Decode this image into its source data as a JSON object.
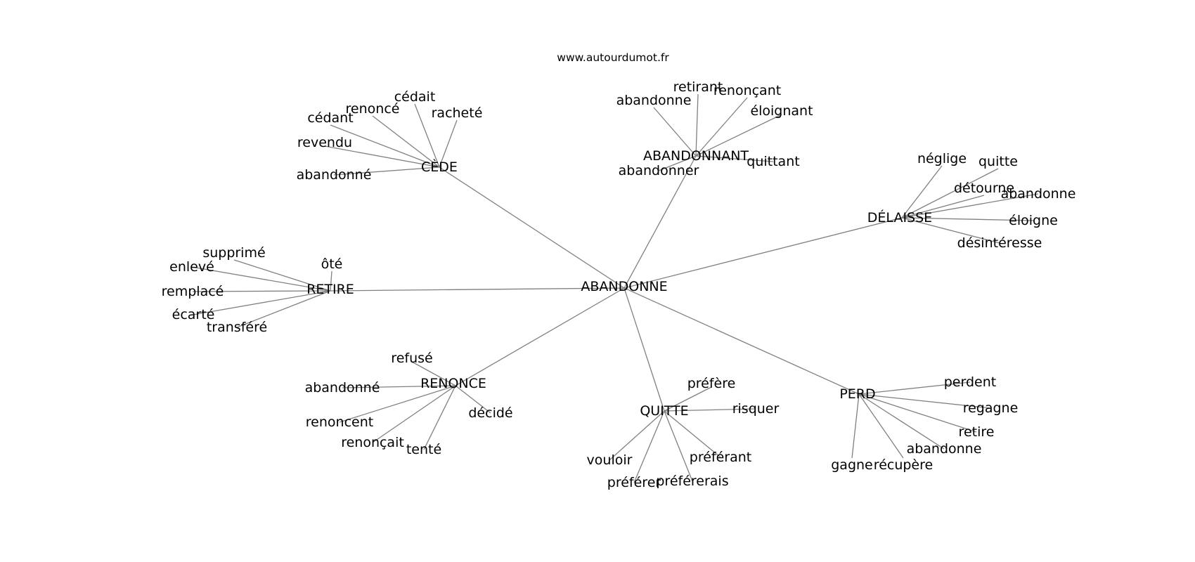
{
  "source_label": "www.autourdumot.fr",
  "colors": {
    "edge": "#808080",
    "text": "#000000",
    "background": "#ffffff"
  },
  "graph": {
    "center": "ABANDONNE",
    "groups": [
      {
        "hub": "CÈDE",
        "leaves": [
          "cédait",
          "renoncé",
          "cédant",
          "racheté",
          "revendu",
          "abandonné"
        ]
      },
      {
        "hub": "ABANDONNANT",
        "leaves": [
          "retirant",
          "renonçant",
          "abandonne",
          "éloignant",
          "quittant",
          "abandonner"
        ]
      },
      {
        "hub": "DÉLAISSE",
        "leaves": [
          "néglige",
          "quitte",
          "détourne",
          "abandonne",
          "éloigne",
          "désintéresse"
        ]
      },
      {
        "hub": "RETIRE",
        "leaves": [
          "supprimé",
          "ôté",
          "enlevé",
          "remplacé",
          "écarté",
          "transféré"
        ]
      },
      {
        "hub": "RENONCE",
        "leaves": [
          "refusé",
          "abandonné",
          "décidé",
          "renoncent",
          "renonçait",
          "tenté"
        ]
      },
      {
        "hub": "QUITTE",
        "leaves": [
          "préfère",
          "risquer",
          "préférant",
          "vouloir",
          "préférer",
          "préférerais"
        ]
      },
      {
        "hub": "PERD",
        "leaves": [
          "perdent",
          "regagne",
          "retire",
          "abandonne",
          "gagne",
          "récupère"
        ]
      }
    ]
  }
}
